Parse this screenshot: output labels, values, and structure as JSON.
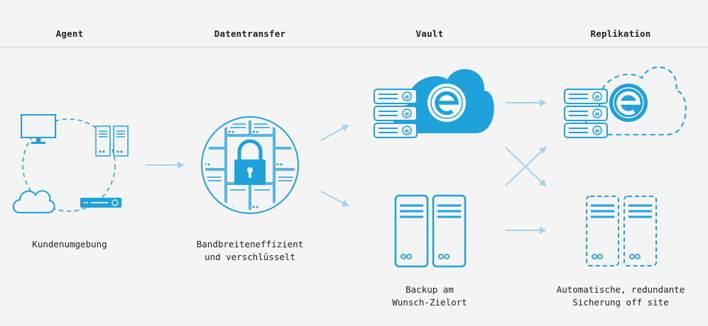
{
  "columns": {
    "agent": "Agent",
    "transfer": "Datentransfer",
    "vault": "Vault",
    "replication": "Replikation"
  },
  "captions": {
    "agent": "Kundenumgebung",
    "transfer_line1": "Bandbreiteneffizient",
    "transfer_line2": "und verschlüsselt",
    "vault_line1": "Backup am",
    "vault_line2": "Wunsch-Zielort",
    "replication_line1": "Automatische, redundante",
    "replication_line2": "Sicherung off site"
  },
  "icons": {
    "monitor": "monitor-icon",
    "server": "server-tower-icon",
    "rack": "rack-server-icon",
    "cloud": "cloud-icon",
    "lock": "padlock-icon",
    "brand": "e-logo-icon",
    "arrow": "arrow-right-icon"
  },
  "colors": {
    "primary": "#1fa1dc",
    "light_arrow": "#9fd3ee",
    "text": "#222222",
    "background": "#f4f4f4"
  }
}
